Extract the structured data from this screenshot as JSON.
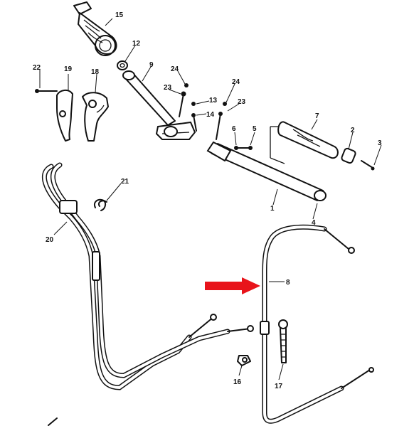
{
  "diagram": {
    "labels": {
      "p1": "1",
      "p2": "2",
      "p3": "3",
      "p4": "4",
      "p5": "5",
      "p6": "6",
      "p7": "7",
      "p8": "8",
      "p9": "9",
      "p12": "12",
      "p13": "13",
      "p14": "14",
      "p15": "15",
      "p16": "16",
      "p17": "17",
      "p18": "18",
      "p19": "19",
      "p20": "20",
      "p21": "21",
      "p22": "22",
      "p23a": "23",
      "p23b": "23",
      "p24a": "24",
      "p24b": "24"
    },
    "arrow_color": "#e8141b",
    "ink_color": "#111111"
  }
}
